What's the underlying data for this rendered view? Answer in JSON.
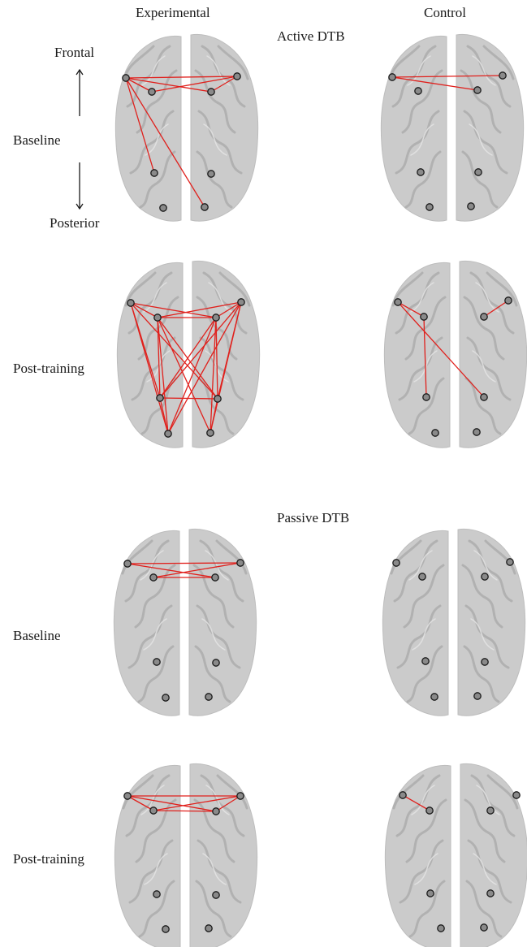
{
  "columns": {
    "experimental": "Experimental",
    "control": "Control"
  },
  "conditions": {
    "active": "Active DTB",
    "passive": "Passive DTB"
  },
  "rows": {
    "baseline": "Baseline",
    "post": "Post-training"
  },
  "orientation": {
    "frontal": "Frontal",
    "posterior": "Posterior"
  },
  "colors": {
    "connection": "#e0201c",
    "node_fill": "#8a8a8a",
    "brain": "#c9c9c9",
    "sulcus": "#a8a8a8"
  },
  "panels": [
    {
      "id": "active-baseline-experimental",
      "edges": [
        [
          0,
          1
        ],
        [
          0,
          2
        ],
        [
          0,
          3
        ],
        [
          0,
          4
        ],
        [
          0,
          7
        ],
        [
          1,
          3
        ],
        [
          2,
          3
        ]
      ]
    },
    {
      "id": "active-baseline-control",
      "edges": [
        [
          0,
          2
        ],
        [
          0,
          3
        ]
      ]
    },
    {
      "id": "active-post-experimental",
      "edges": [
        [
          0,
          1
        ],
        [
          0,
          2
        ],
        [
          0,
          4
        ],
        [
          0,
          5
        ],
        [
          0,
          6
        ],
        [
          1,
          2
        ],
        [
          1,
          3
        ],
        [
          1,
          4
        ],
        [
          1,
          5
        ],
        [
          1,
          6
        ],
        [
          1,
          7
        ],
        [
          2,
          3
        ],
        [
          2,
          4
        ],
        [
          2,
          5
        ],
        [
          2,
          6
        ],
        [
          2,
          7
        ],
        [
          3,
          4
        ],
        [
          3,
          5
        ],
        [
          3,
          6
        ],
        [
          3,
          7
        ],
        [
          4,
          5
        ],
        [
          4,
          6
        ],
        [
          5,
          7
        ]
      ]
    },
    {
      "id": "active-post-control",
      "edges": [
        [
          0,
          1
        ],
        [
          0,
          5
        ],
        [
          1,
          4
        ],
        [
          2,
          3
        ]
      ]
    },
    {
      "id": "passive-baseline-experimental",
      "edges": [
        [
          0,
          2
        ],
        [
          0,
          3
        ],
        [
          1,
          2
        ],
        [
          1,
          3
        ]
      ]
    },
    {
      "id": "passive-baseline-control",
      "edges": []
    },
    {
      "id": "passive-post-experimental",
      "edges": [
        [
          0,
          1
        ],
        [
          0,
          2
        ],
        [
          0,
          3
        ],
        [
          1,
          2
        ],
        [
          1,
          3
        ],
        [
          2,
          3
        ]
      ]
    },
    {
      "id": "passive-post-control",
      "edges": [
        [
          0,
          1
        ]
      ]
    }
  ]
}
